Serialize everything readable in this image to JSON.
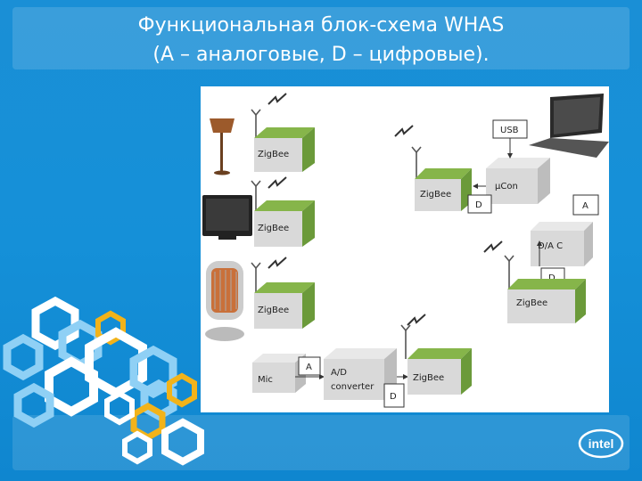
{
  "slide": {
    "title_line1": "Функциональная блок-схема WHAS",
    "title_line2": "(A – аналоговые, D – цифровые).",
    "logo_text": "intel"
  },
  "diagram": {
    "zigbee_1": "ZigBee",
    "zigbee_2": "ZigBee",
    "zigbee_3": "ZigBee",
    "zigbee_center": "ZigBee",
    "zigbee_right": "ZigBee",
    "zigbee_bottom": "ZigBee",
    "usb": "USB",
    "ucon": "µCon",
    "d_ucon": "D",
    "a_right": "A",
    "dac": "D/A C",
    "d_right": "D",
    "mic": "Mic",
    "a_mic": "A",
    "adc_line1": "A/D",
    "adc_line2": "converter",
    "d_bottom": "D"
  },
  "colors": {
    "background": "#1590d8",
    "box_face": "#d9d9d9",
    "box_side": "#6b9a3a",
    "box_top": "#86b54a",
    "hex_white": "#ffffff",
    "hex_blue": "#8fd0f5",
    "hex_yellow": "#f2b31a"
  },
  "icons": [
    "floor-lamp-icon",
    "tv-icon",
    "heater-icon",
    "laptop-icon",
    "antenna-icon",
    "wireless-signal-icon"
  ]
}
